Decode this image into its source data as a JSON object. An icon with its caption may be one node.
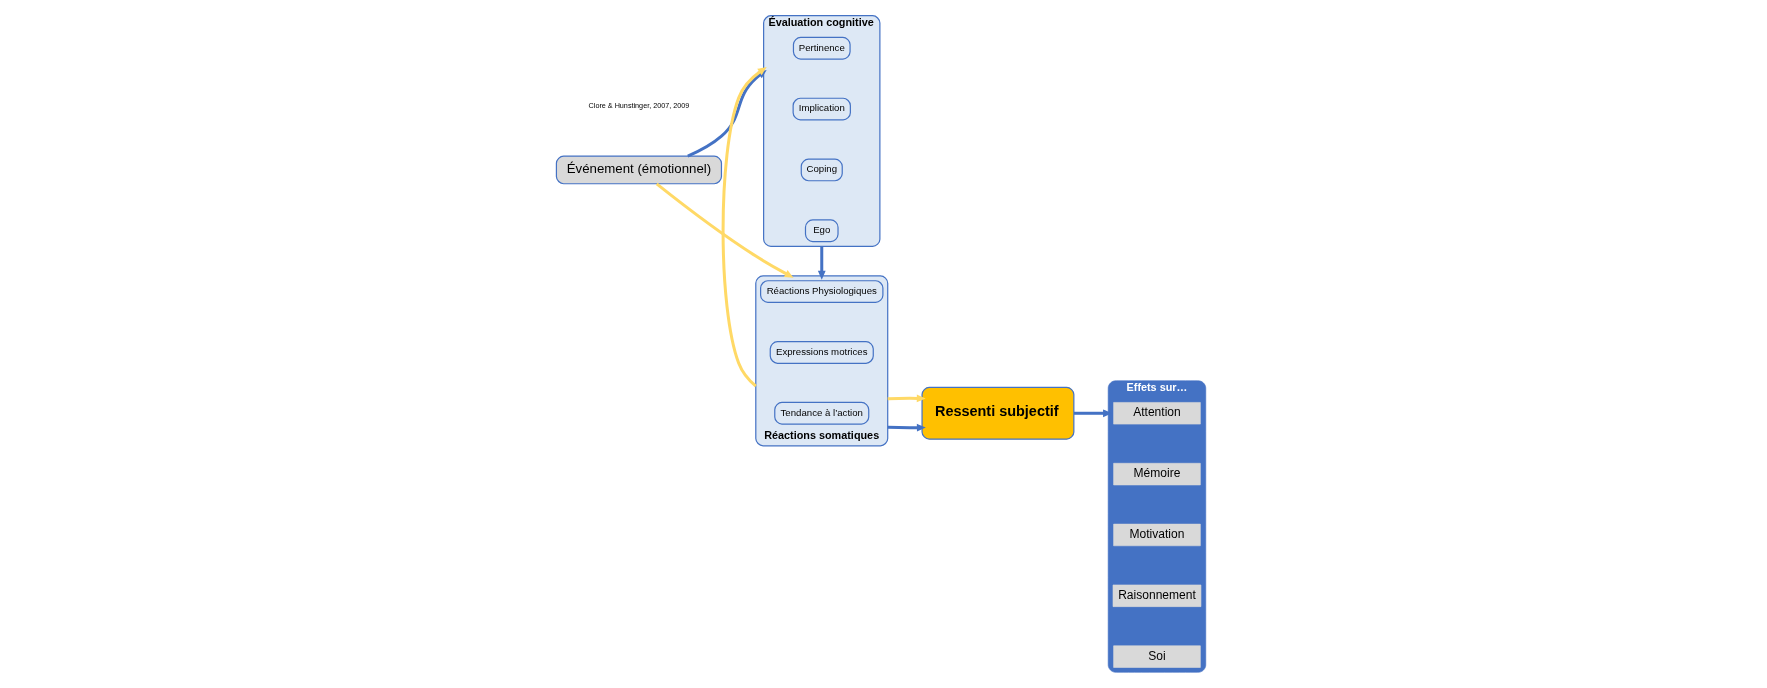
{
  "diagram": {
    "nodes": [
      {
        "text": [
          "Événement (émotionnel)"
        ]
      },
      {
        "text": [
          "Évaluation cognitive"
        ]
      },
      {
        "text": [
          "Pertinence"
        ],
        "in": 1
      },
      {
        "text": [
          "Implication"
        ],
        "in": 1
      },
      {
        "text": [
          "Coping"
        ],
        "in": 1
      },
      {
        "text": [
          "Ego"
        ],
        "in": 1
      },
      {
        "text": [
          "Réactions somatiques"
        ]
      },
      {
        "text": [
          "Réactions Physiologiques"
        ],
        "in": 6
      },
      {
        "text": [
          "Expressions motrices"
        ],
        "in": 6
      },
      {
        "text": [
          "Tendance à l’action"
        ],
        "in": 6
      },
      {
        "text": [
          "Ressenti subjectif"
        ]
      },
      {
        "text": [
          "Effets sur…"
        ]
      },
      {
        "text": [
          "Attention"
        ],
        "in": 11
      },
      {
        "text": [
          "Mémoire"
        ],
        "in": 11
      },
      {
        "text": [
          "Motivation"
        ],
        "in": 11
      },
      {
        "text": [
          "Raisonnement"
        ],
        "in": 11
      },
      {
        "text": [
          "Soi"
        ],
        "in": 11
      }
    ],
    "edges": [
      {
        "from": 0,
        "to": 1,
        "arrow": "to"
      },
      {
        "from": 0,
        "to": 6,
        "arrow": "to",
        "color": "#ffd966"
      },
      {
        "from": 1,
        "to": 6,
        "arrow": "to"
      },
      {
        "from": 6,
        "to": 1,
        "arrow": "to",
        "color": "#ffd966"
      },
      {
        "from": 6,
        "to": 10,
        "arrow": "to"
      },
      {
        "from": 6,
        "to": 10,
        "arrow": "to",
        "color": "#ffd966"
      },
      {
        "from": 10,
        "to": 11,
        "arrow": "to"
      }
    ],
    "labels": [
      "Clore & Hunstinger, 2007, 2009"
    ]
  }
}
